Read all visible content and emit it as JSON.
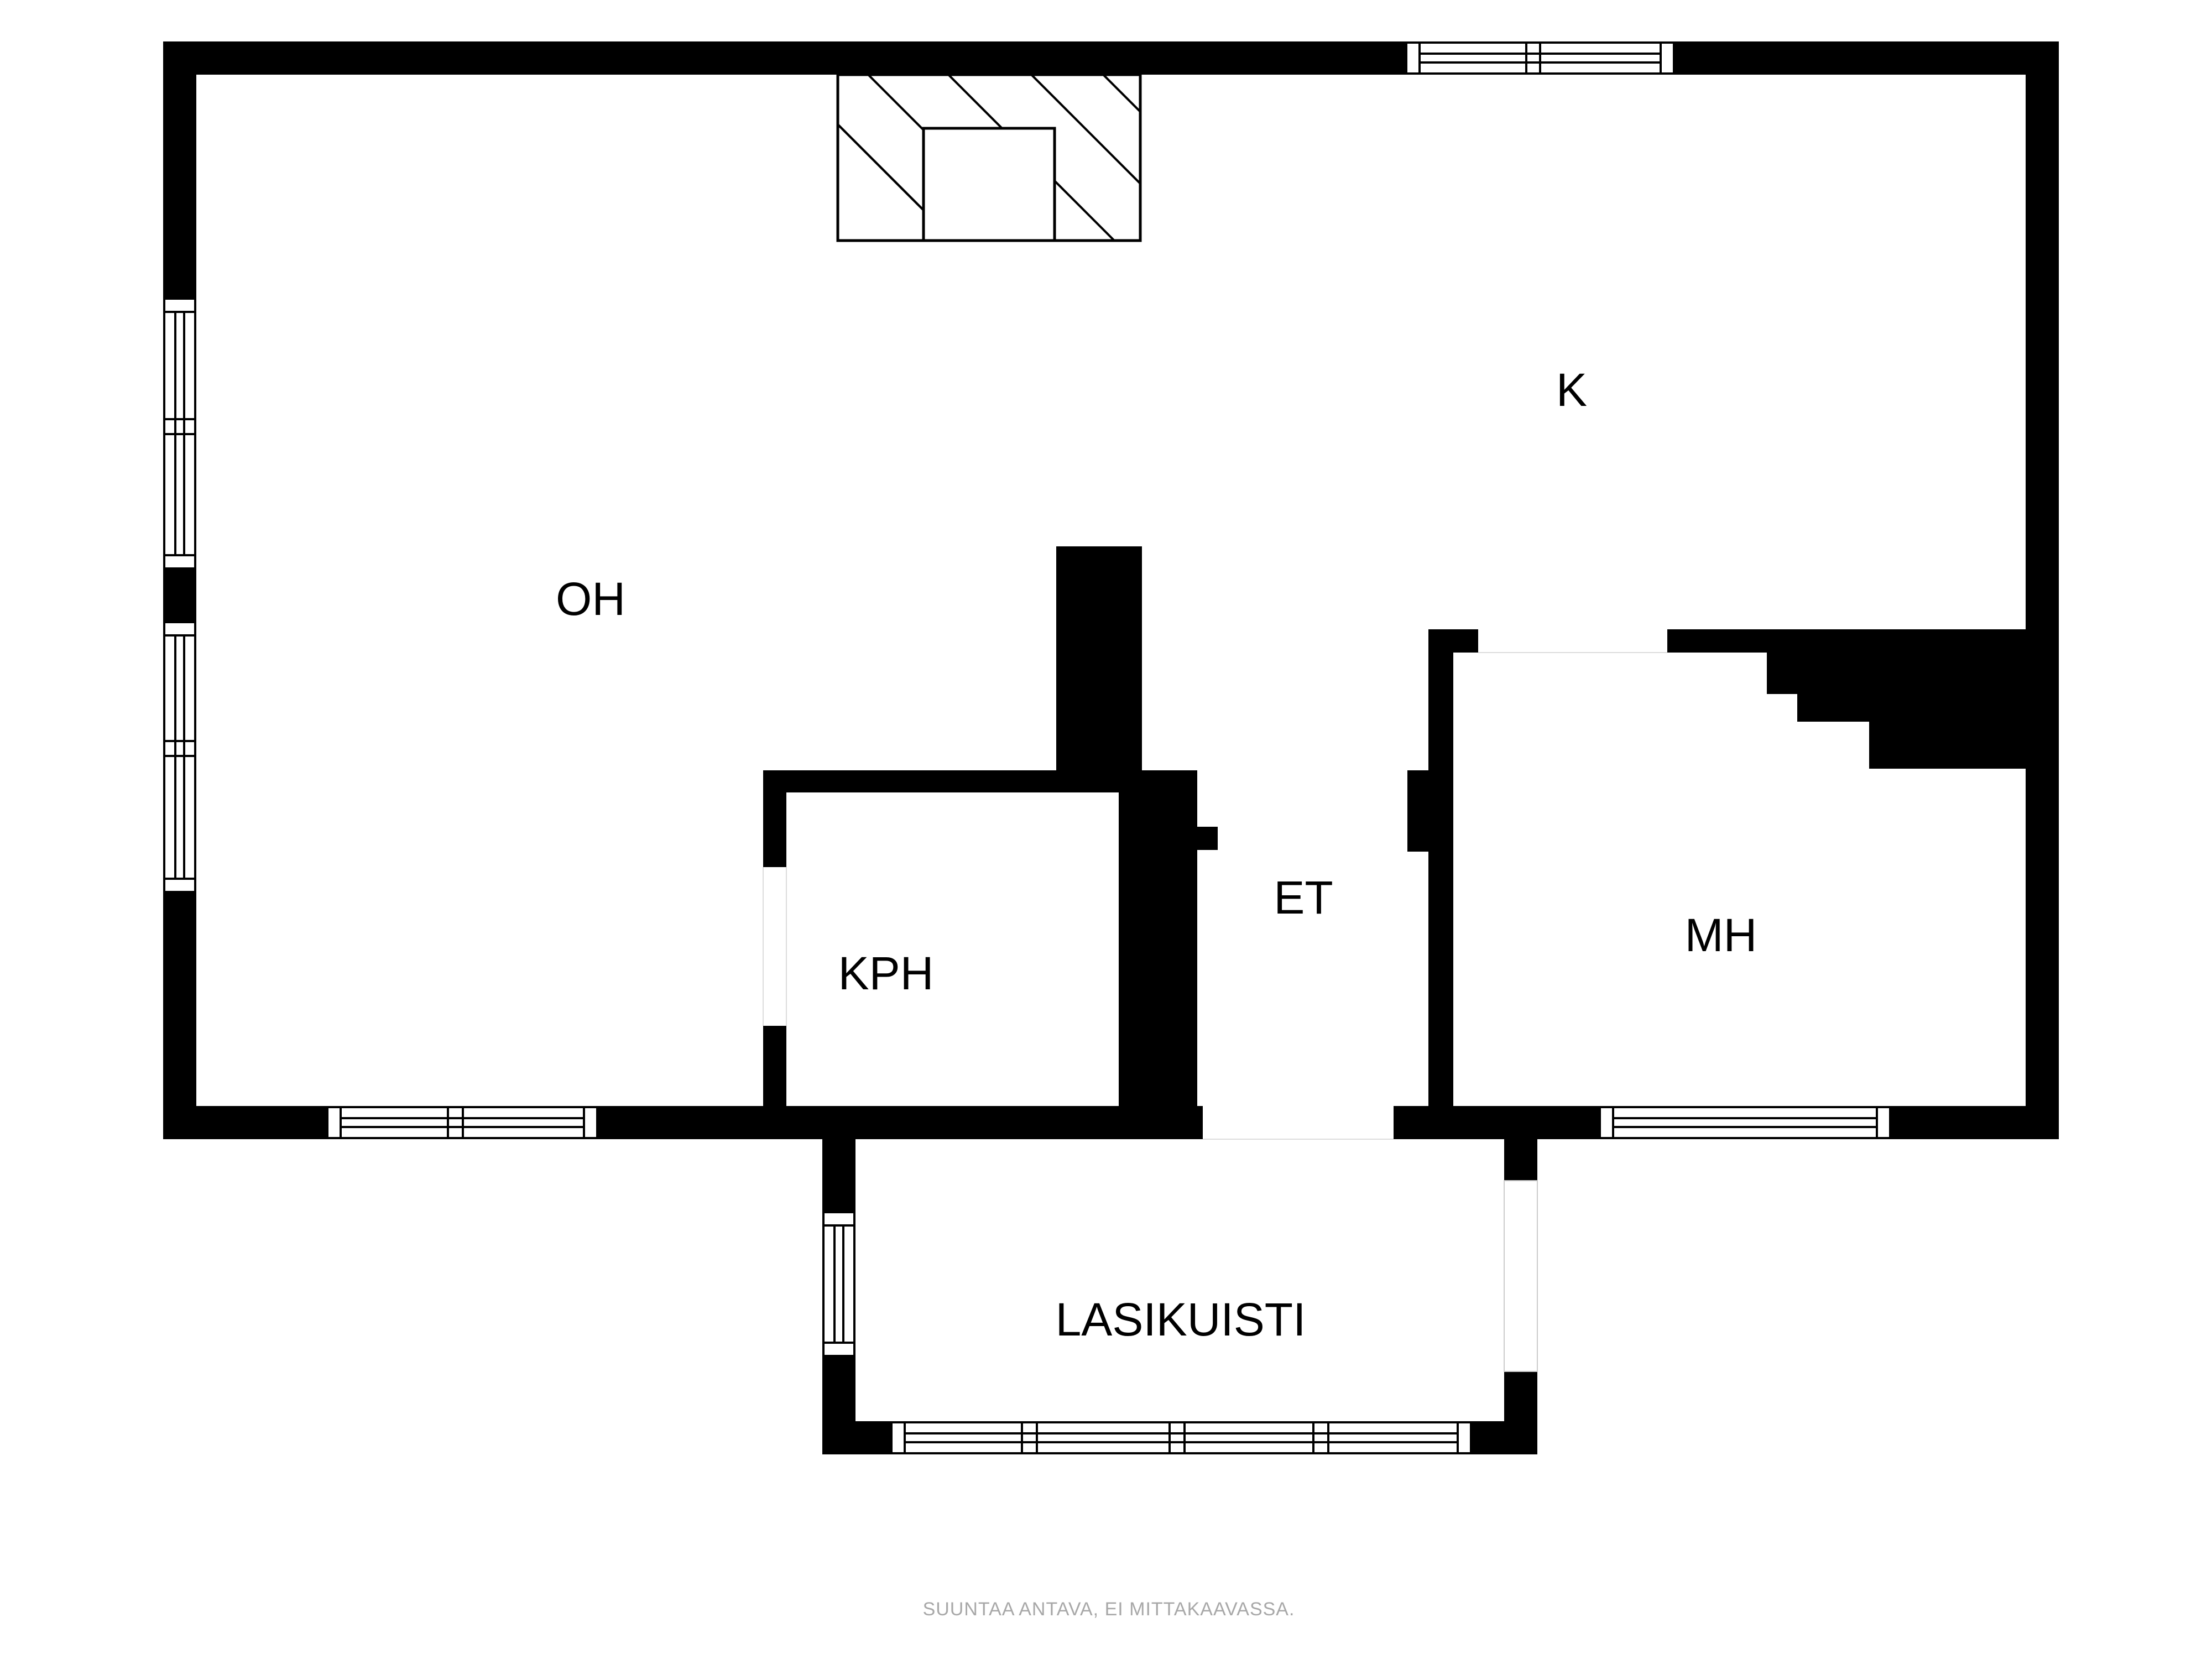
{
  "rooms": {
    "oh": "OH",
    "k": "K",
    "kph": "KPH",
    "et": "ET",
    "mh": "MH",
    "lasikuisti": "LASIKUISTI"
  },
  "footer_note": "SUUNTAA ANTAVA, EI MITTAKAAVASSA.",
  "colors": {
    "wall": "#000000",
    "background": "#ffffff",
    "note_text": "#a8a8a8"
  },
  "icons": [
    "fireplace-icon",
    "window-icon",
    "stairs-icon"
  ]
}
